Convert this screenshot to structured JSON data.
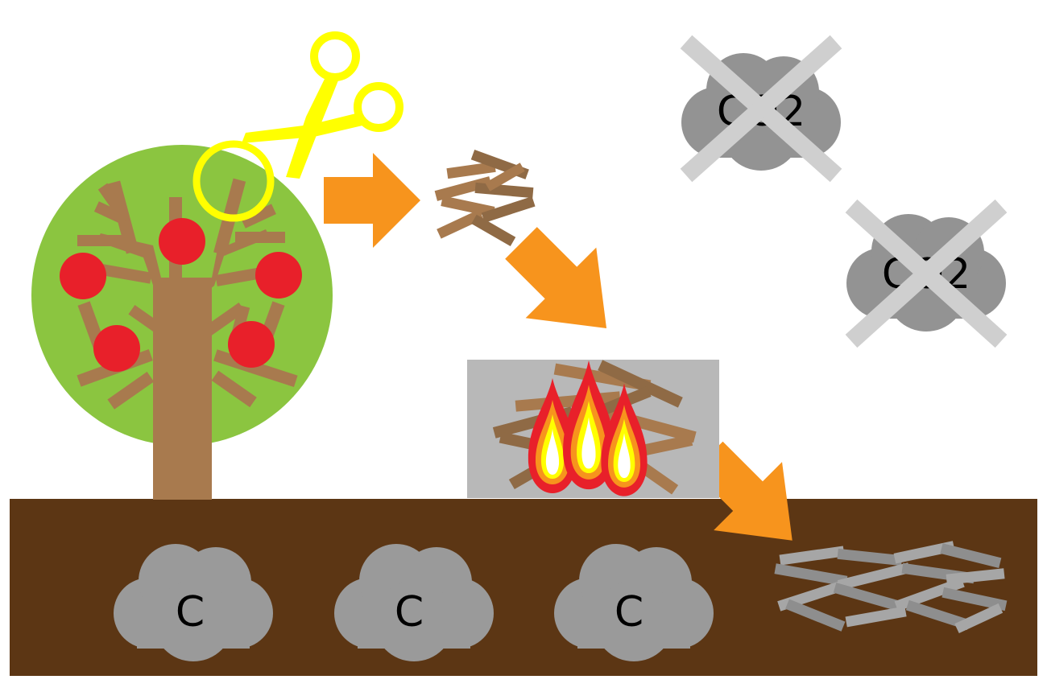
{
  "diagram": {
    "co2_clouds": [
      {
        "label": "CO2",
        "crossed": true
      },
      {
        "label": "CO2",
        "crossed": true
      }
    ],
    "soil_carbon_clouds": [
      {
        "label": "C"
      },
      {
        "label": "C"
      },
      {
        "label": "C"
      }
    ],
    "icons": {
      "tree": "apple-tree-icon",
      "scissors": "scissors-icon",
      "branches": "pruned-branches-icon",
      "kiln": "kiln-fire-icon",
      "biochar": "biochar-pile-icon"
    },
    "colors": {
      "soil": "#5c3614",
      "canopy": "#8bc540",
      "trunk": "#a87a4e",
      "apple": "#e8202a",
      "scissors": "#ffff00",
      "arrow": "#f7941d",
      "kiln": "#b8b8b8",
      "co2_cloud": "#939393",
      "cross": "#cfcfcf",
      "carbon_cloud": "#9a9a9a",
      "biochar": "#a6a6a6"
    }
  }
}
